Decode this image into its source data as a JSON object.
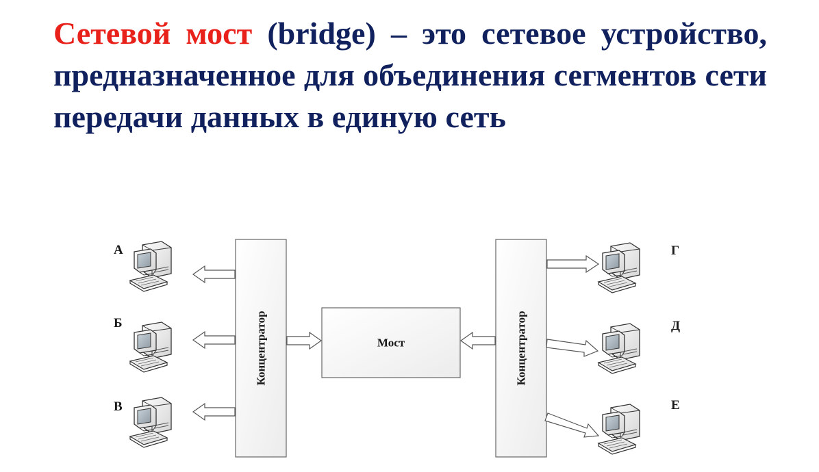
{
  "definition": {
    "term": "Сетевой мост",
    "rest": " (bridge) – это сетевое устройство, предназначенное для объединения сегментов сети передачи данных в единую сеть",
    "colors": {
      "term": "#e8211b",
      "text": "#10215e"
    }
  },
  "diagram": {
    "left_hub_label": "Концентратор",
    "right_hub_label": "Концентратор",
    "bridge_label": "Мост",
    "left_computers": [
      "А",
      "Б",
      "В"
    ],
    "right_computers": [
      "Г",
      "Д",
      "Е"
    ]
  }
}
